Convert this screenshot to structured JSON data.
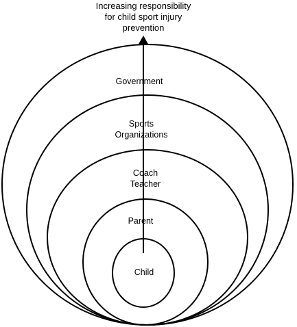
{
  "diagram": {
    "title_lines": [
      "Increasing responsibility",
      "for child sport injury",
      "prevention"
    ],
    "levels": [
      {
        "lines": [
          "Government"
        ]
      },
      {
        "lines": [
          "Sports",
          "Organizations"
        ]
      },
      {
        "lines": [
          "Coach",
          "Teacher"
        ]
      },
      {
        "lines": [
          "Parent"
        ]
      },
      {
        "lines": [
          "Child"
        ]
      }
    ]
  }
}
